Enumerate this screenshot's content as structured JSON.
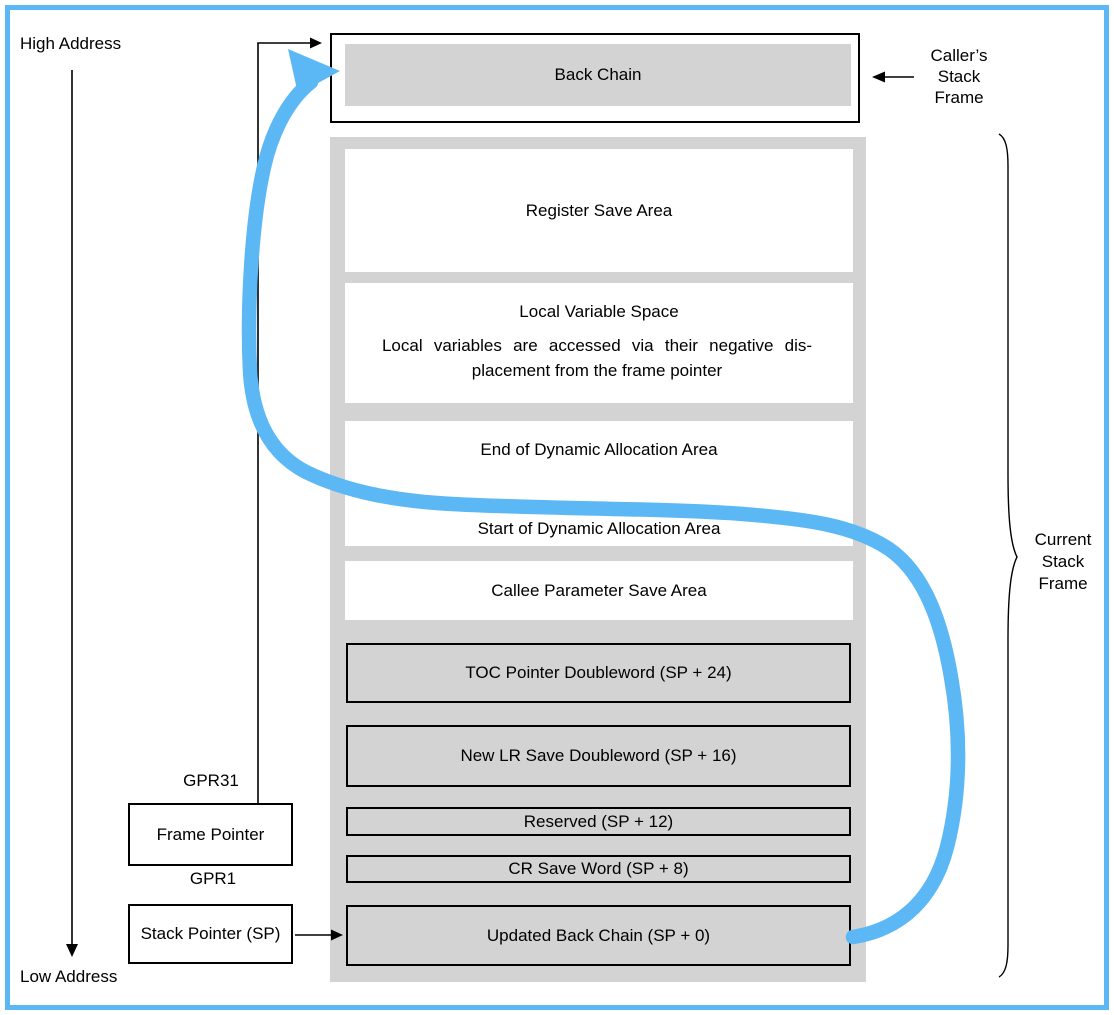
{
  "colors": {
    "accent_blue": "#5cb8f5",
    "box_gray": "#d3d3d3",
    "line_black": "#000000",
    "page_background": "#ffffff"
  },
  "labels": {
    "high_address": "High Address",
    "low_address": "Low Address",
    "gpr31": "GPR31",
    "gpr1": "GPR1",
    "callers_stack_frame": "Caller’s\nStack\nFrame",
    "current_stack_frame": "Current\nStack\nFrame"
  },
  "registers": {
    "frame_pointer": "Frame Pointer",
    "stack_pointer": "Stack Pointer (SP)"
  },
  "caller_frame": {
    "back_chain": "Back Chain"
  },
  "stack_frame": {
    "boxes": [
      {
        "label": "Register Save Area"
      },
      {
        "title": "Local Variable Space",
        "line1": "Local variables are accessed via their negative dis-",
        "line2": "placement from the frame pointer"
      },
      {
        "end_label": "End of Dynamic Allocation Area",
        "start_label": "Start of Dynamic Allocation Area"
      },
      {
        "label": "Callee Parameter Save Area"
      },
      {
        "label": "TOC Pointer Doubleword (SP + 24)"
      },
      {
        "label": "New LR Save Doubleword (SP + 16)"
      },
      {
        "label": "Reserved (SP + 12)"
      },
      {
        "label": "CR Save Word (SP + 8)"
      },
      {
        "label": "Updated Back Chain (SP + 0)"
      }
    ]
  },
  "icons": {
    "blue_arrow": "curved-pointer-arrow",
    "brace": "right-curly-brace"
  }
}
